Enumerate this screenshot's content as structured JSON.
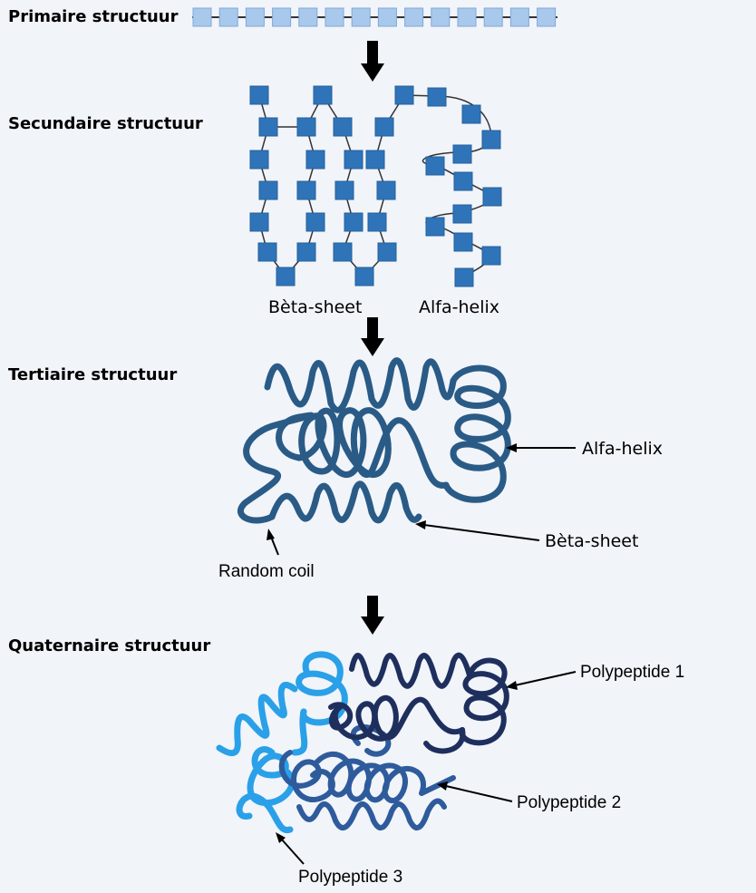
{
  "headings": {
    "primary": "Primaire structuur",
    "secondary": "Secundaire structuur",
    "tertiary": "Tertiaire structuur",
    "quaternary": "Quaternaire structuur"
  },
  "secondary_labels": {
    "beta_sheet": "Bèta-sheet",
    "alpha_helix": "Alfa-helix"
  },
  "tertiary_labels": {
    "alpha_helix": "Alfa-helix",
    "beta_sheet": "Bèta-sheet",
    "random_coil": "Random coil"
  },
  "quaternary_labels": {
    "polypeptide_1": "Polypeptide 1",
    "polypeptide_2": "Polypeptide 2",
    "polypeptide_3": "Polypeptide 3"
  },
  "colors": {
    "background": "#f1f4f9",
    "primary_residue": "#a9c9ec",
    "residue": "#2f74b9",
    "chain": "#2a5b86",
    "polypeptide_1": "#1e2f5e",
    "polypeptide_2": "#2e5b9c",
    "polypeptide_3": "#2aa0e8",
    "arrow": "#000000"
  }
}
